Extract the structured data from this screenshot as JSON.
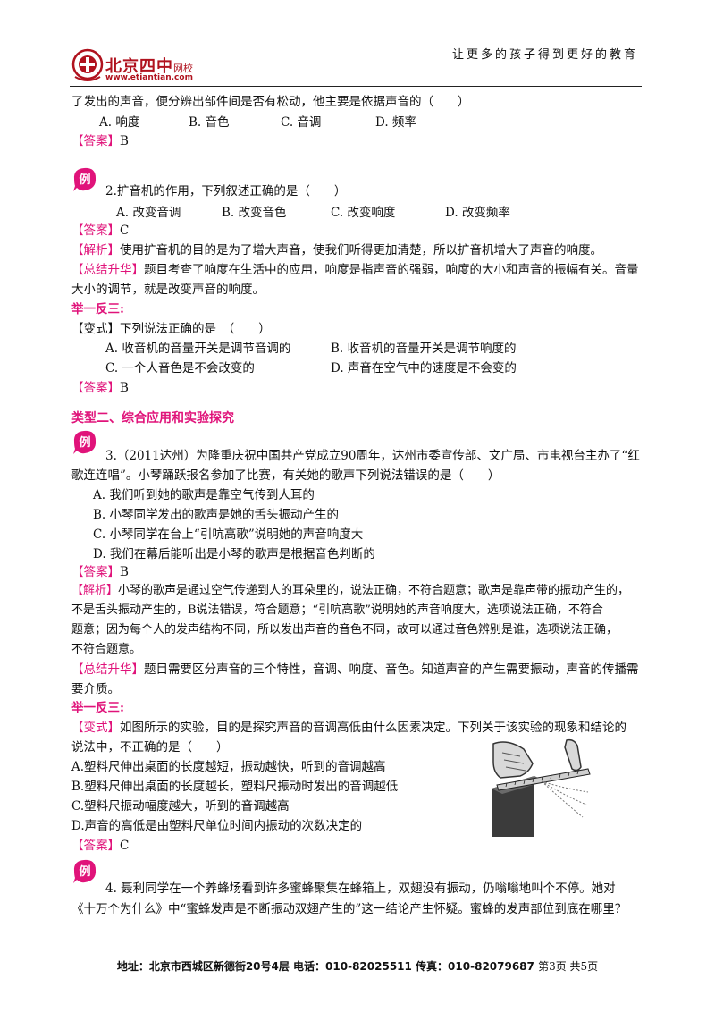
{
  "header": {
    "slogan": "让更多的孩子得到更好的教育",
    "logo_name": "北京四中",
    "logo_sub": "网校",
    "logo_url": "www.etiantian.com"
  },
  "badge_char": "例",
  "q1": {
    "stem_tail": "了发出的声音，便分辨出部件间是否有松动，他主要是依据声音的（　　）",
    "options": [
      "A. 响度",
      "B. 音色",
      "C. 音调",
      "D. 频率"
    ],
    "answer_label": "【答案】",
    "answer": "B"
  },
  "q2": {
    "stem": "2.扩音机的作用，下列叙述正确的是（　　）",
    "options": [
      "A. 改变音调",
      "B. 改变音色",
      "C. 改变响度",
      "D. 改变频率"
    ],
    "answer_label": "【答案】",
    "answer": "C",
    "analysis_label": "【解析】",
    "analysis": "使用扩音机的目的是为了增大声音，使我们听得更加清楚，所以扩音机增大了声音的响度。",
    "summary_label": "【总结升华】",
    "summary_1": "题目考查了响度在生活中的应用，响度是指声音的强弱，响度的大小和声音的振幅有关。音量",
    "summary_2": "大小的调节，就是改变声音的响度。",
    "practice_label": "举一反三:",
    "variant_label": "【变式】",
    "variant_stem": "下列说法正确的是　（　　）",
    "variant_options": [
      "A. 收音机的音量开关是调节音调的",
      "B. 收音机的音量开关是调节响度的",
      "C. 一个人音色是不会改变的",
      "D. 声音在空气中的速度是不会变的"
    ],
    "variant_answer_label": "【答案】",
    "variant_answer": "B"
  },
  "section2_title": "类型二、综合应用和实验探究",
  "q3": {
    "stem_1": "3.（2011达州）为隆重庆祝中国共产党成立90周年，达州市委宣传部、文广局、市电视台主办了“红",
    "stem_2": "歌连连唱”。小琴踊跃报名参加了比赛，有关她的歌声下列说法错误的是（　　）",
    "options": [
      "A. 我们听到她的歌声是靠空气传到人耳的",
      "B. 小琴同学发出的歌声是她的舌头振动产生的",
      "C. 小琴同学在台上“引吭高歌”说明她的声音响度大",
      "D. 我们在幕后能听出是小琴的歌声是根据音色判断的"
    ],
    "answer_label": "【答案】",
    "answer": "B",
    "analysis_label": "【解析】",
    "analysis_1": "小琴的歌声是通过空气传递到人的耳朵里的，说法正确，不符合题意；歌声是靠声带的振动产生的，",
    "analysis_2": "不是舌头振动产生的，B说法错误，符合题意；“引吭高歌”说明她的声音响度大，选项说法正确，不符合",
    "analysis_3": "题意；因为每个人的发声结构不同，所以发出声音的音色不同，故可以通过音色辨别是谁，选项说法正确，",
    "analysis_4": "不符合题意。",
    "summary_label": "【总结升华】",
    "summary_1": "题目需要区分声音的三个特性，音调、响度、音色。知道声音的产生需要振动，声音的传播需",
    "summary_2": "要介质。",
    "practice_label": "举一反三:",
    "variant_label": "【变式】",
    "variant_stem_1": "如图所示的实验，目的是探究声音的音调高低由什么因素决定。下列关于该实验的现象和结论的",
    "variant_stem_2": "说法中，不正确的是（　　）",
    "variant_options": [
      "A.塑料尺伸出桌面的长度越短，振动越快，听到的音调越高",
      "B.塑料尺伸出桌面的长度越长，塑料尺振动时发出的音调越低",
      "C.塑料尺振动幅度越大，听到的音调越高",
      "D.声音的高低是由塑料尺单位时间内振动的次数决定的"
    ],
    "variant_answer_label": "【答案】",
    "variant_answer": "C"
  },
  "q4": {
    "stem_1": "4. 聂利同学在一个养蜂场看到许多蜜蜂聚集在蜂箱上，双翅没有振动，仍嗡嗡地叫个不停。她对",
    "stem_2": "《十万个为什么》中“蜜蜂发声是不断振动双翅产生的”这一结论产生怀疑。蜜蜂的发声部位到底在哪里？"
  },
  "footer": {
    "address": "地址：北京市西城区新德街20号4层 电话：010-82025511 传真：010-82079687",
    "page": "第3页 共5页"
  },
  "colors": {
    "accent": "#e0137a",
    "brand": "#b0121e"
  }
}
